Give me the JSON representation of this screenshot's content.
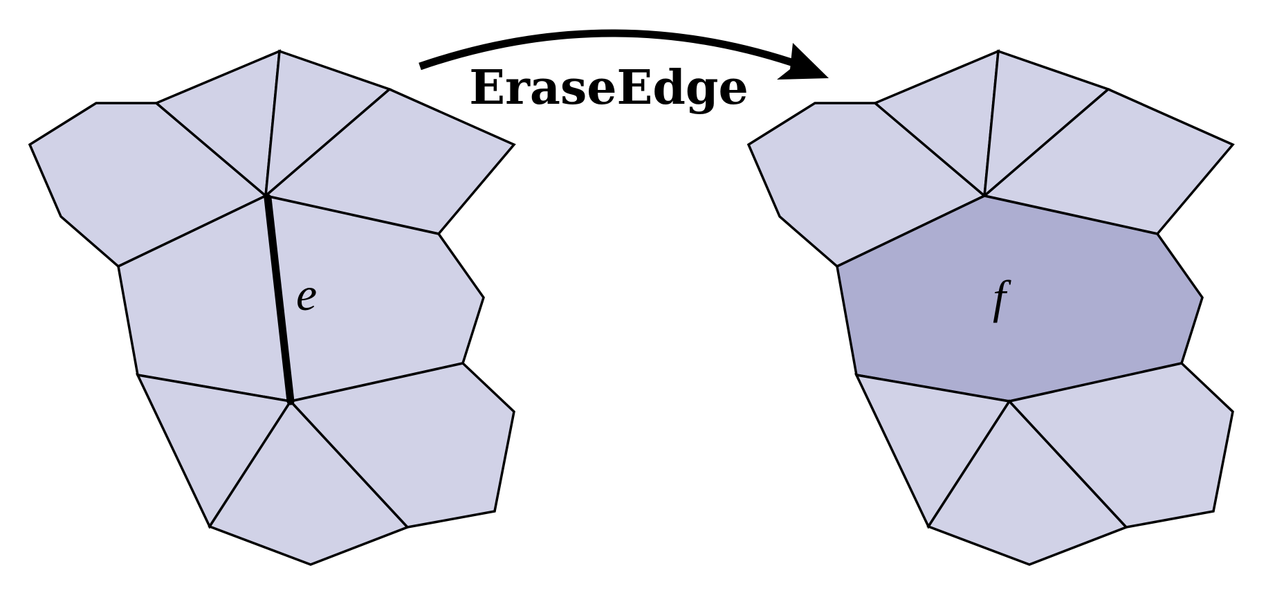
{
  "operation": {
    "label": "EraseEdge"
  },
  "before": {
    "edge_label": "e"
  },
  "after": {
    "face_label": "f"
  },
  "colors": {
    "face_fill": "#d1d2e7",
    "merged_face_fill": "#adaed1",
    "stroke": "#000000"
  }
}
